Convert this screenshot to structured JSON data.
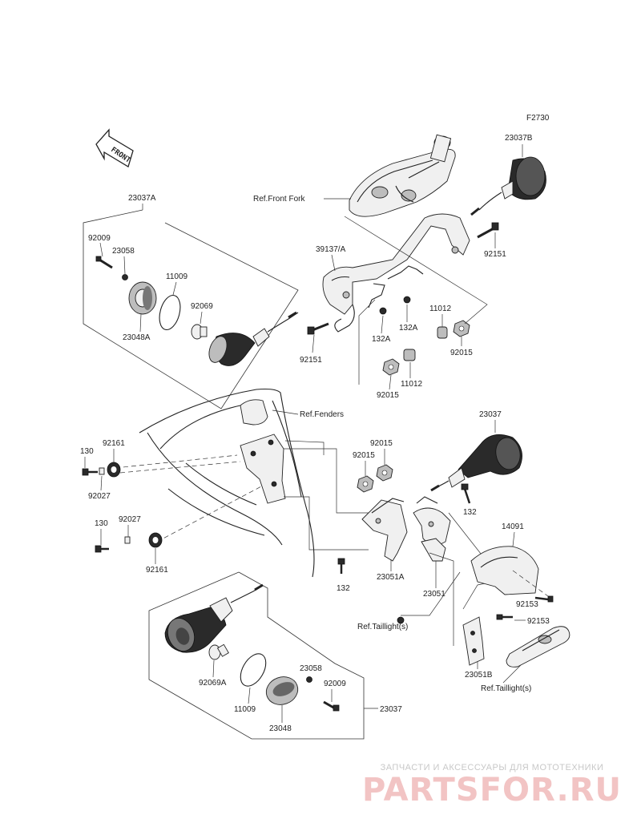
{
  "diagram": {
    "code": "F2730",
    "front_label": "FRONT",
    "labels": {
      "p23037B": "23037B",
      "p23037A": "23037A",
      "p23037": "23037",
      "p23037_bottom": "23037",
      "ref_front_fork": "Ref.Front Fork",
      "ref_fenders": "Ref.Fenders",
      "ref_taillights_1": "Ref.Taillight(s)",
      "ref_taillights_2": "Ref.Taillight(s)",
      "p92009_top": "92009",
      "p23058_top": "23058",
      "p11009_top": "11009",
      "p92069": "92069",
      "p23048A": "23048A",
      "p39137A": "39137/A",
      "p92151_right": "92151",
      "p92151_left": "92151",
      "p132A_1": "132A",
      "p132A_2": "132A",
      "p11012_1": "11012",
      "p92015_1": "92015",
      "p92015_2": "92015",
      "p11012_2": "11012",
      "p130_1": "130",
      "p92161_1": "92161",
      "p92027_1": "92027",
      "p130_2": "130",
      "p92027_2": "92027",
      "p92161_2": "92161",
      "p92015_3": "92015",
      "p92015_4": "92015",
      "p132_1": "132",
      "p132_2": "132",
      "p14091": "14091",
      "p23051A": "23051A",
      "p23051": "23051",
      "p92153_1": "92153",
      "p92153_2": "92153",
      "p23051B": "23051B",
      "p92069A": "92069A",
      "p11009_bottom": "11009",
      "p23058_bottom": "23058",
      "p92009_bottom": "92009",
      "p23048": "23048"
    }
  },
  "watermark": {
    "tagline": "ЗАПЧАСТИ И АКСЕССУАРЫ ДЛЯ МОТОТЕХНИКИ",
    "logo": "PARTSFOR.RU"
  }
}
